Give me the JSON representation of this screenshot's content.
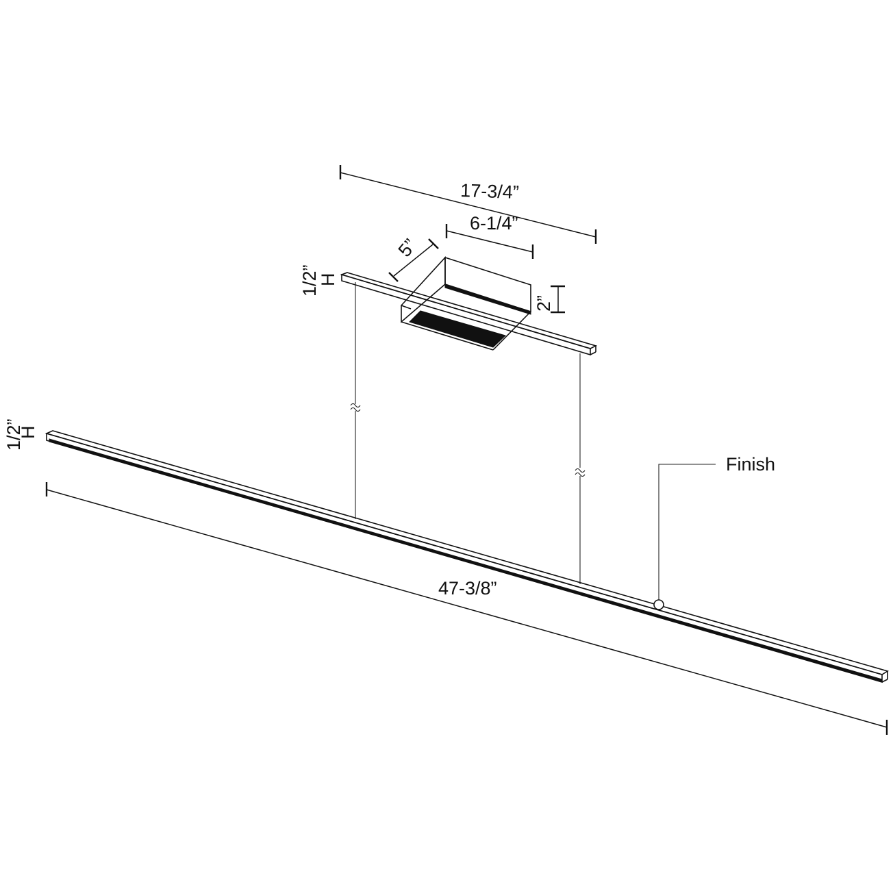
{
  "dimensions": {
    "overall_length": "47-3/8”",
    "canopy_rail_length": "17-3/4”",
    "canopy_width": "6-1/4”",
    "canopy_depth": "5”",
    "canopy_height": "2”",
    "rail_height_value": "1/2”",
    "rail_height_unit": "H",
    "bar_height_value": "1/2”",
    "bar_height_unit": "H"
  },
  "callouts": {
    "finish": "Finish"
  },
  "colors": {
    "line": "#111111",
    "background": "#ffffff"
  }
}
